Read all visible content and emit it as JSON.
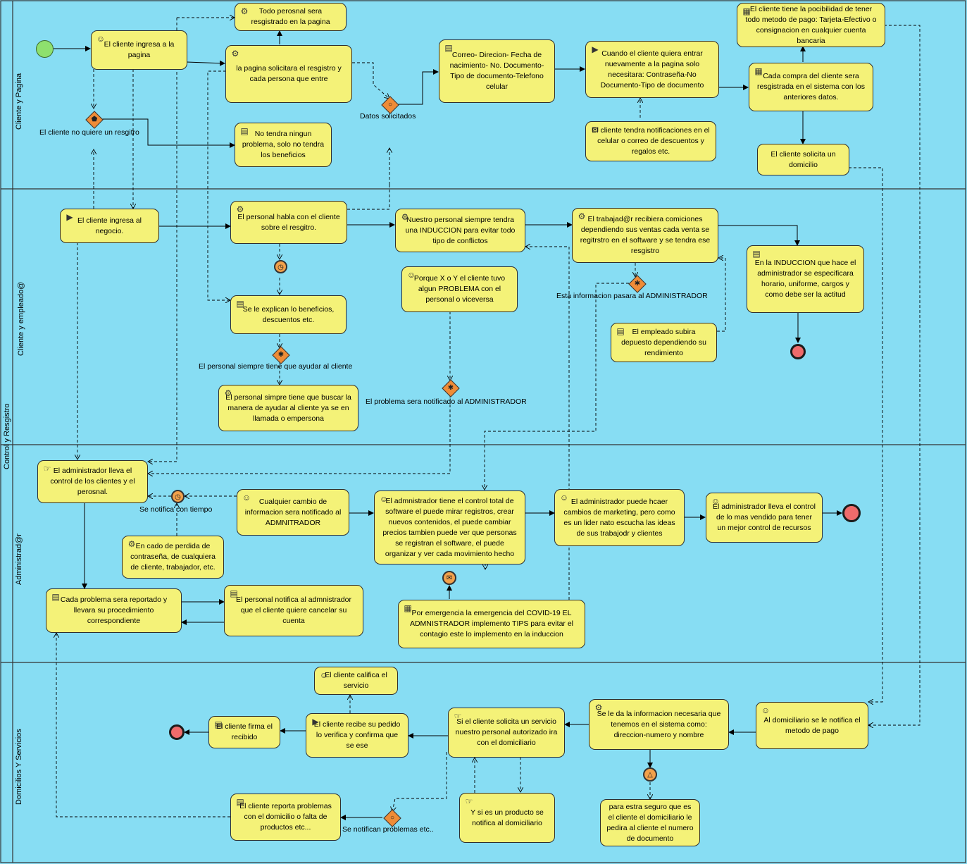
{
  "pool": {
    "label": "Control y Resgistro"
  },
  "lanes": [
    {
      "id": "cliente-pagina",
      "label": "Cliente y Pagina"
    },
    {
      "id": "cliente-empleado",
      "label": "Cliente y empleado@"
    },
    {
      "id": "administrador",
      "label": "Administrad@r"
    },
    {
      "id": "domicilios",
      "label": "Domicilios Y Servicios"
    }
  ],
  "tasks": {
    "t_ingresa_pagina": {
      "text": "El cliente ingresa a la pagina",
      "icon": "user-icon"
    },
    "t_todo_personal": {
      "text": "Todo perosnal sera resgistrado en la pagina",
      "icon": "gear-icon"
    },
    "t_pagina_solicita": {
      "text": "la pagina solicitara el resgistro y cada persona que entre",
      "icon": "gear-icon"
    },
    "t_no_tendra": {
      "text": "No tendra ningun problema, solo no tendra los beneficios",
      "icon": "script-icon"
    },
    "t_correo": {
      "text": "Correo- Direcion- Fecha de nacimiento- No. Documento-Tipo de documento-Telefono celular",
      "icon": "script-icon"
    },
    "t_cuando_cliente": {
      "text": "Cuando el cliente quiera entrar nuevamente a la pagina solo necesitara: Contraseña-No Documento-Tipo de documento",
      "icon": "send-icon"
    },
    "t_notificaciones": {
      "text": "El cliente tendra notificaciones en el celular o correo de descuentos y regalos etc.",
      "icon": "envelope-icon"
    },
    "t_posibilidad": {
      "text": "El cliente tiene la pocibilidad de tener todo metodo de pago: Tarjeta-Efectivo o consignacion en cualquier cuenta bancaria",
      "icon": "table-icon"
    },
    "t_cada_compra": {
      "text": "Cada compra del cliente sera resgistrada en el sistema con los anteriores datos.",
      "icon": "table-icon"
    },
    "t_solicita_domicilio": {
      "text": "El cliente solicita un domicilio",
      "icon": ""
    },
    "t_ingresa_negocio": {
      "text": "El cliente ingresa al negocio.",
      "icon": "send-icon"
    },
    "t_personal_habla": {
      "text": "El personal habla con el cliente sobre el resgitro.",
      "icon": "gear-icon"
    },
    "t_explican": {
      "text": "Se le explican lo beneficios, descuentos etc.",
      "icon": "script-icon"
    },
    "t_personal_simpre": {
      "text": "El personal simpre tiene que buscar la manera de ayudar al cliente ya se en llamada o empersona",
      "icon": "gear-icon"
    },
    "t_induccion": {
      "text": "Nuestro personal siempre tendra una INDUCCION para evitar todo tipo de conflictos",
      "icon": "gear-icon"
    },
    "t_porque": {
      "text": "Porque X o Y el cliente tuvo algun PROBLEMA con el personal o viceversa",
      "icon": "user-icon"
    },
    "t_trabajador": {
      "text": "El trabajad@r recibiera comiciones dependiendo sus ventas cada venta se regitrstro en el software y se tendra ese resgistro",
      "icon": "gear-icon"
    },
    "t_en_induccion": {
      "text": "En la INDUCCION que hace el administrador se especificara horario, uniforme, cargos y como debe ser la actitud",
      "icon": "script-icon"
    },
    "t_empleado_subira": {
      "text": "El empleado subira depuesto dependiendo su rendimiento",
      "icon": "script-icon"
    },
    "t_admin_lleva": {
      "text": "El administrador lleva el control de los clientes y el perosnal.",
      "icon": "manual-icon"
    },
    "t_cualquier_cambio": {
      "text": "Cualquier cambio de informacion sera notificado al ADMNITRADOR",
      "icon": "user-icon"
    },
    "t_en_cado": {
      "text": "En cado de perdida de contraseña, de cualquiera de cliente, trabajador, etc.",
      "icon": "gear-icon"
    },
    "t_admin_tiene": {
      "text": "El admnistrador tiene el control total de software el puede mirar registros, crear nuevos contenidos, el puede cambiar precios tambien puede ver que personas se registran el software, el puede organizar y ver cada movimiento hecho",
      "icon": "user-icon"
    },
    "t_admin_hcaer": {
      "text": "El administrador puede hcaer cambios de marketing, pero como es un lider nato escucha las ideas de sus trabajodr y clientes",
      "icon": "user-icon"
    },
    "t_admin_mas_vendido": {
      "text": "El administrador lleva el control de lo mas vendido para tener un mejor control de recursos",
      "icon": "user-icon"
    },
    "t_cada_problema": {
      "text": "Cada problema sera reportado y llevara su procedimiento correspondiente",
      "icon": "script-icon"
    },
    "t_personal_notifica": {
      "text": "El personal notifica al admnistrador que el cliente quiere cancelar su cuenta",
      "icon": "script-icon"
    },
    "t_por_emergencia": {
      "text": "Por emergencia la emergencia del COVID-19 EL ADMNISTRADOR implemento TIPS para evitar el contagio este lo implemento en la induccion",
      "icon": "table-icon"
    },
    "t_califica": {
      "text": "El cliente califica el servicio",
      "icon": "user-icon"
    },
    "t_firma": {
      "text": "El cliente firma el recibido",
      "icon": "script-icon"
    },
    "t_recibe": {
      "text": "El cliente recibe su pedido lo verifica y confirma que se ese",
      "icon": "send-icon"
    },
    "t_si_solicita": {
      "text": "Si el cliente solicita un servicio nuestro personal autorizado ira con el domiciliario",
      "icon": "manual-icon"
    },
    "t_se_le_da": {
      "text": "Se le da la informacion necesaria que tenemos en el sistema como: direccion-numero y nombre",
      "icon": "gear-icon"
    },
    "t_al_domiciliario": {
      "text": "Al domiciliario se le notifica el metodo de pago",
      "icon": "user-icon"
    },
    "t_reporta": {
      "text": "El cliente reporta problemas con el domicilio o falta de productos etc...",
      "icon": "script-icon"
    },
    "t_y_si": {
      "text": "Y si es un producto se notifica al domiciliario",
      "icon": "manual-icon"
    },
    "t_para_estar": {
      "text": "para estra seguro que es el cliente el domiciliario le pedira al cliente el numero de documento",
      "icon": ""
    }
  },
  "gateways": {
    "g_no_quiere": {
      "label": "El cliente no quiere un resgitro"
    },
    "g_datos": {
      "label": "Datos solicitados"
    },
    "g_ayudar": {
      "label": "El personal siempre tiene que ayudar al cliente"
    },
    "g_problema": {
      "label": "El problema sera notificado al ADMINISTRADOR"
    },
    "g_esta_info": {
      "label": "Esta informacion pasara al ADMINISTRADOR"
    },
    "g_notifican": {
      "label": "Se notifican problemas etc.."
    },
    "g_tiempo": {
      "label": "Se notifica con tiempo"
    }
  },
  "colors": {
    "pool": "#87DDF3",
    "task": "#F4F278",
    "start": "#8EE06E",
    "end": "#EF6B6B",
    "gateway": "#EF8C37"
  }
}
